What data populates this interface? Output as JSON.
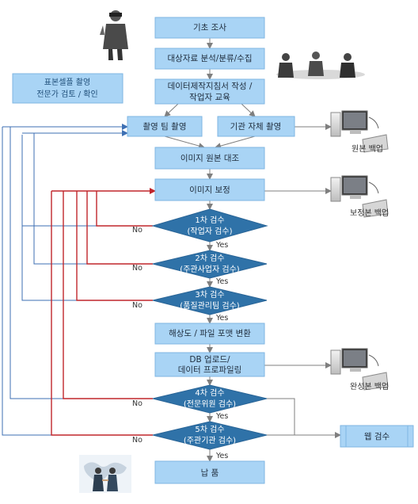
{
  "process": {
    "step1": "기초 조사",
    "step2": "대상자료 분석/분류/수집",
    "step3_line1": "데이터제작지침서 작성 /",
    "step3_line2": "작업자 교육",
    "step4a": "촬영 팀 촬영",
    "step4b": "기관 자체 촬영",
    "step5": "이미지 원본 대조",
    "step6": "이미지 보정",
    "step7": "해상도 / 파일 포맷 변환",
    "step8_line1": "DB 업로드/",
    "step8_line2": "데이터 프로파일링",
    "step9": "납 품"
  },
  "checks": {
    "c1_line1": "1차 검수",
    "c1_line2": "(작업자 검수)",
    "c2_line1": "2차 검수",
    "c2_line2": "(주관사업자 검수)",
    "c3_line1": "3차 검수",
    "c3_line2": "(품질관리팀 검수)",
    "c4_line1": "4차 검수",
    "c4_line2": "(전문위원 검수)",
    "c5_line1": "5차 검수",
    "c5_line2": "(주관기관 검수)"
  },
  "labels": {
    "yes": "Yes",
    "no": "No"
  },
  "side": {
    "sample_line1": "표본셀플 촬영",
    "sample_line2": "전문가 검토 / 확인",
    "backup_original": "원본 백업",
    "backup_corrected": "보정본 백업",
    "backup_final": "완성본 백업",
    "web_review": "웹 검수"
  }
}
